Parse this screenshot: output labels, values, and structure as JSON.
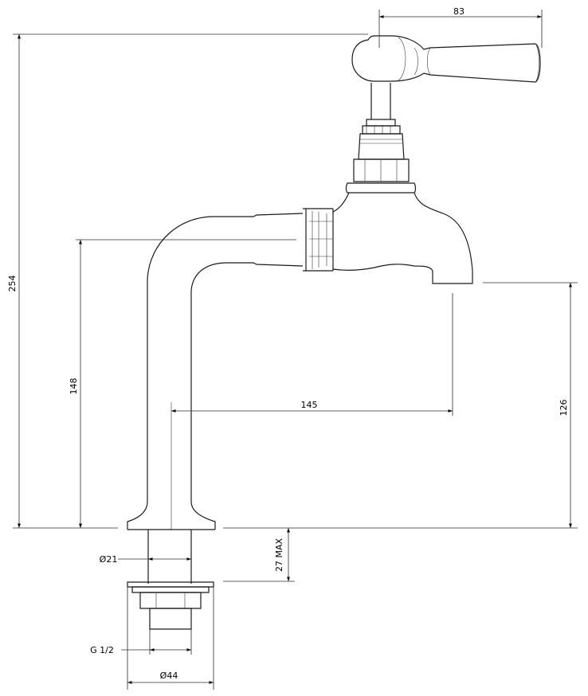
{
  "dimensions": {
    "handle_reach": "83",
    "overall_height": "254",
    "spout_height_left": "148",
    "spout_reach": "145",
    "spout_height_right": "126",
    "max_deck": "27 MAX",
    "tail_diameter": "Ø21",
    "thread": "G 1/2",
    "base_diameter": "Ø44"
  },
  "colors": {
    "line": "#1a1a1a",
    "background": "#ffffff"
  }
}
